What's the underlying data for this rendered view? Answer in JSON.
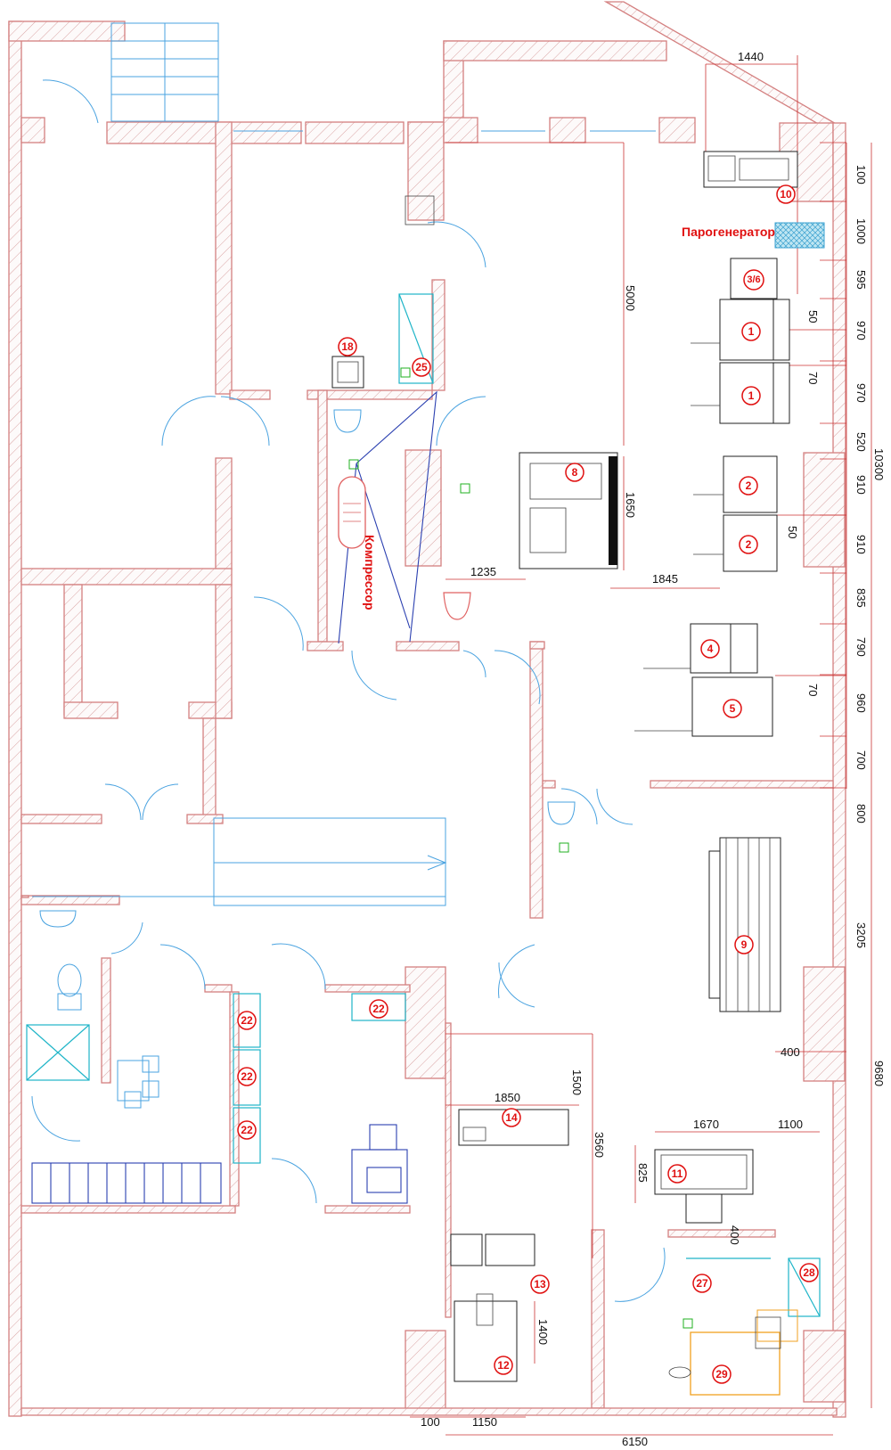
{
  "labels": {
    "steam_generator": "Парогенератор",
    "compressor": "Компрессор"
  },
  "markers": [
    "10",
    "3/6",
    "1",
    "1",
    "8",
    "2",
    "2",
    "4",
    "5",
    "9",
    "18",
    "25",
    "22",
    "22",
    "22",
    "22",
    "14",
    "11",
    "13",
    "27",
    "28",
    "12",
    "29"
  ],
  "dimensions": {
    "top_width": "1440",
    "right_stack": [
      "100",
      "1000",
      "595",
      "970",
      "970",
      "520",
      "910",
      "910",
      "835",
      "790",
      "960",
      "700",
      "800",
      "3205"
    ],
    "right_total_upper": "10300",
    "right_total_lower": "9680",
    "machine_depth": "5000",
    "gap_50_a": "50",
    "gap_70_a": "70",
    "gap_50_b": "50",
    "gap_70_b": "70",
    "machine8_depth": "1650",
    "machine8_left": "1235",
    "machine8_right": "1845",
    "ironer_gap": "400",
    "room_height_a": "1500",
    "room_height_b": "3560",
    "table14_width": "1850",
    "table11_width": "1670",
    "table11_right": "1100",
    "table11_depth": "825",
    "table11_gap": "400",
    "press_height": "1400",
    "bottom_left": "100",
    "bottom_mid": "1150",
    "bottom_total": "6150"
  },
  "colors": {
    "walls": "#d48080",
    "dimensions": "#cc3333",
    "markers": "#e01010",
    "doors": "#4aa3e0",
    "pipes": "#2a3fb0",
    "shelving": "#1fb5c8",
    "steam": "#39a0e0",
    "sorting": "#f0a020"
  }
}
